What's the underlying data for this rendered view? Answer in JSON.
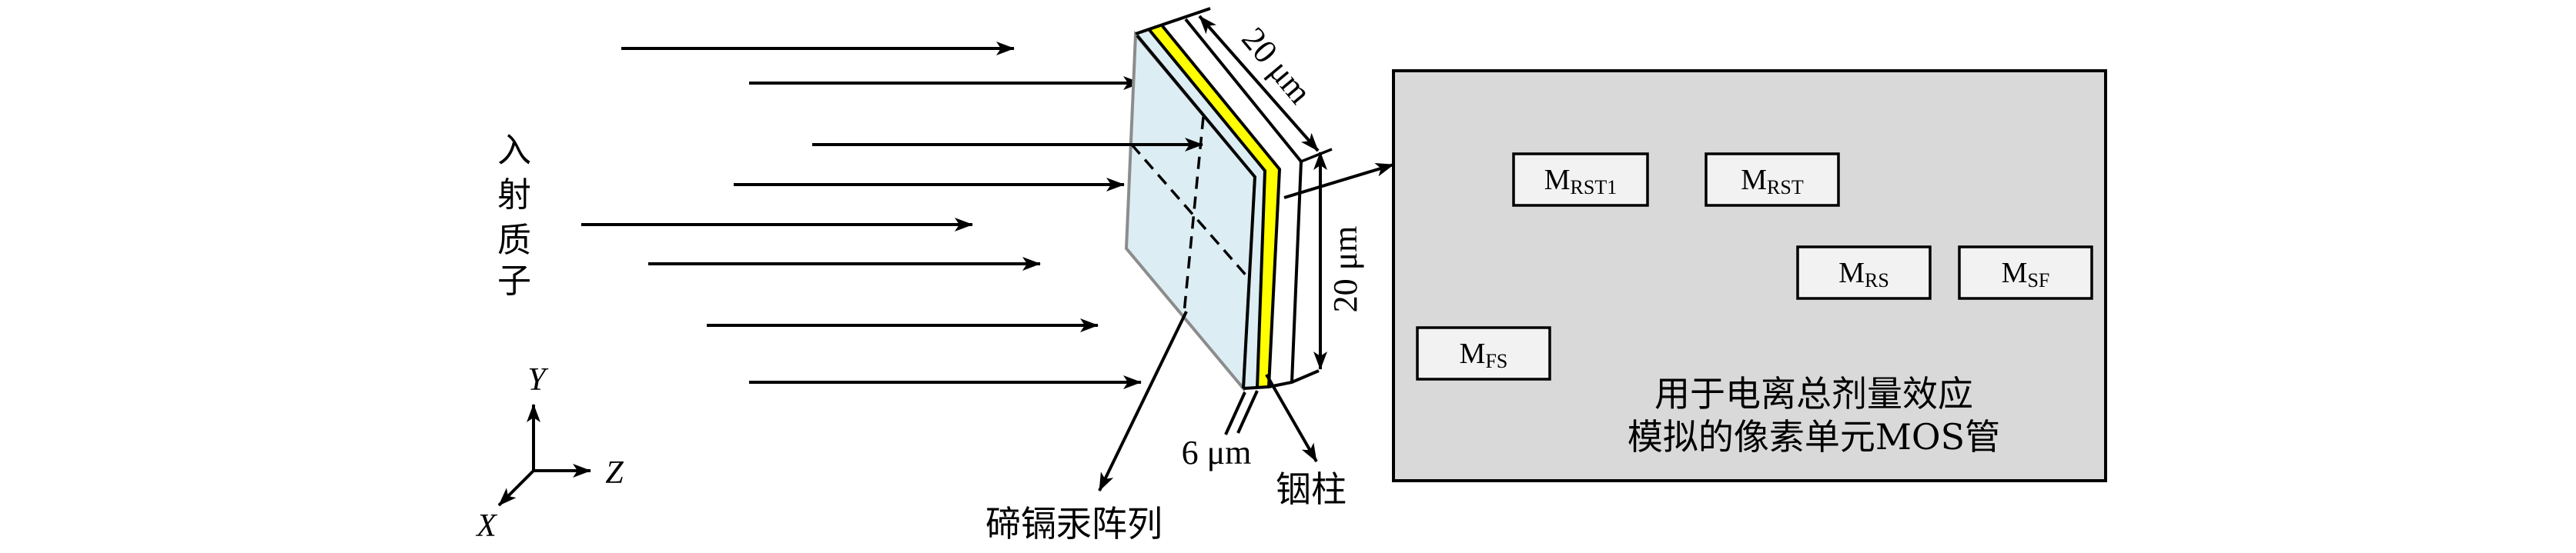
{
  "figure": {
    "incident_label": [
      "入",
      "射",
      "质",
      "子"
    ],
    "axes": {
      "x": "X",
      "y": "Y",
      "z": "Z"
    },
    "detector": {
      "array_label": "碲镉汞阵列",
      "indium_label": "铟柱",
      "thickness_label": "6 μm",
      "width_label": "20 μm",
      "height_label": "20 μm",
      "colors": {
        "array_fill": "#dcedf3",
        "indium_fill": "#ffff00",
        "edge_gray": "#8c8c8c"
      }
    },
    "pixel_panel": {
      "fill": "#d9d9d9",
      "box_fill": "#f2f2f2",
      "transistors": [
        {
          "main": "M",
          "sub": "RST1"
        },
        {
          "main": "M",
          "sub": "RST"
        },
        {
          "main": "M",
          "sub": "RS"
        },
        {
          "main": "M",
          "sub": "SF"
        },
        {
          "main": "M",
          "sub": "FS"
        }
      ],
      "caption_line1": "用于电离总剂量效应",
      "caption_line2": "模拟的像素单元MOS管"
    },
    "proton_beam_count": 8
  }
}
